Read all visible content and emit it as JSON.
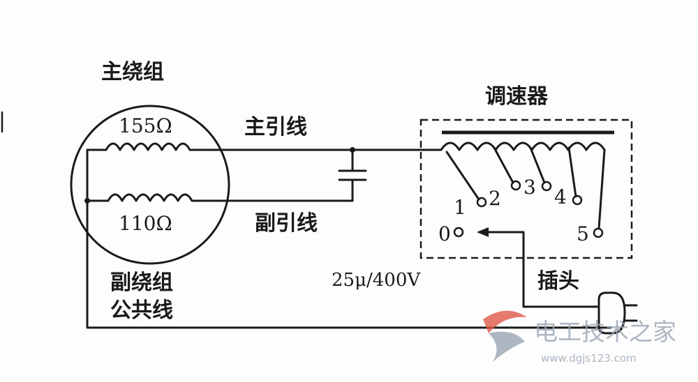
{
  "labels": {
    "main_winding": "主绕组",
    "aux_winding": "副绕组",
    "common_line": "公共线",
    "main_lead": "主引线",
    "aux_lead": "副引线",
    "speed_controller": "调速器",
    "plug": "插头",
    "r_main": "155Ω",
    "r_aux": "110Ω",
    "capacitor": "25μ/400V"
  },
  "taps": [
    "1",
    "2",
    "3",
    "4",
    "5",
    "0"
  ],
  "watermark": {
    "name": "电工技术之家",
    "url": "www.dgjs123.com"
  },
  "colors": {
    "ink": "#1a1a1a",
    "watermark": "#9aa6b4",
    "watermark_accent": "#e05a4a"
  }
}
